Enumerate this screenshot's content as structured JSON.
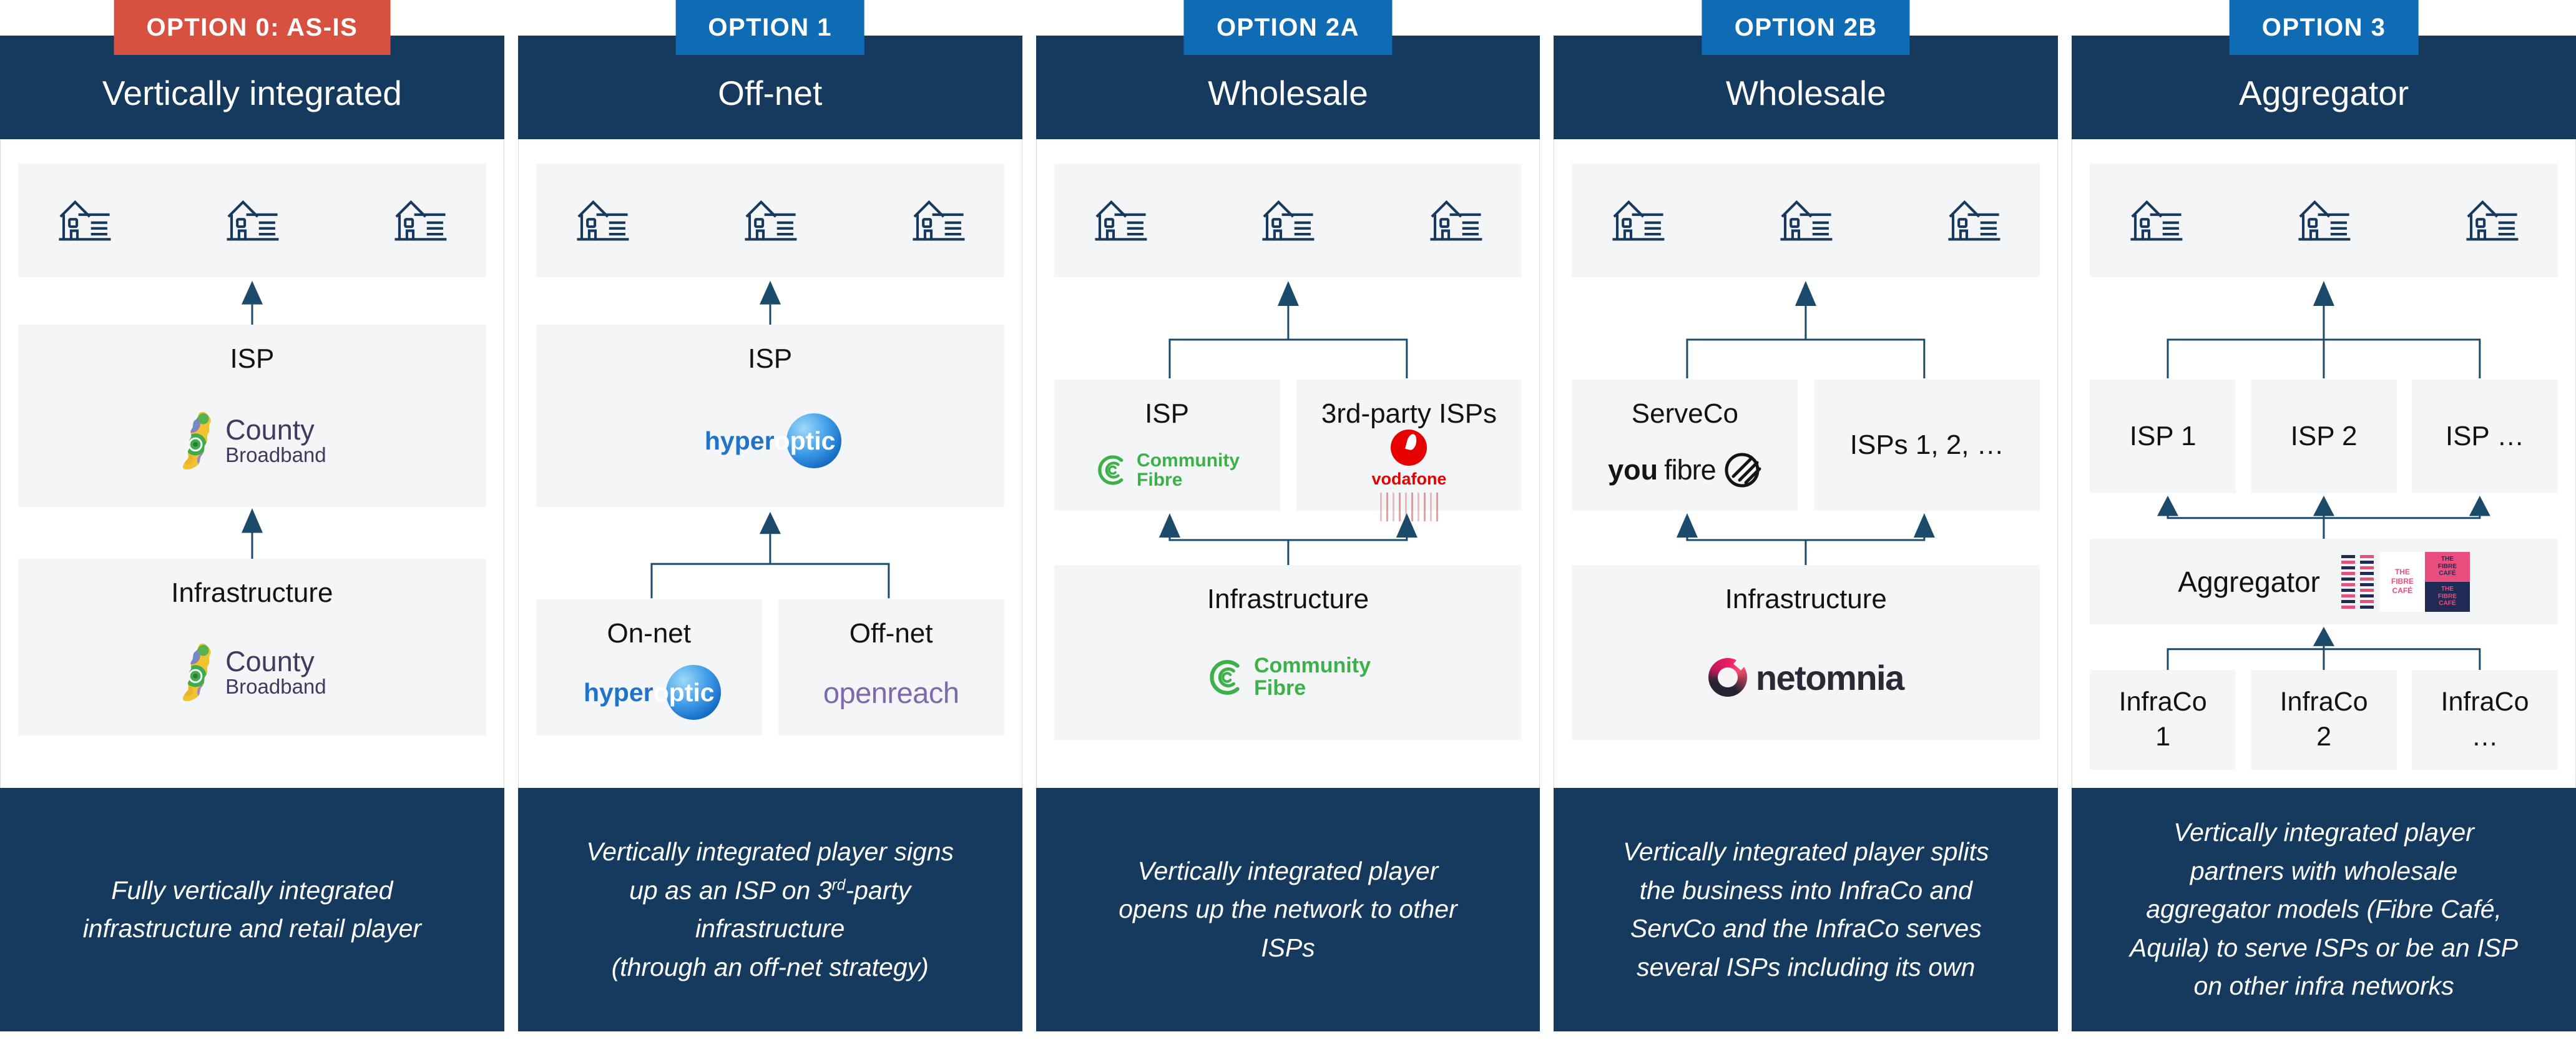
{
  "colors": {
    "navy": "#16395E",
    "badge_orange": "#D8503F",
    "badge_blue": "#0F6CB4",
    "box_gray": "#F4F5F6",
    "arrow": "#1C4A6B"
  },
  "columns": [
    {
      "badge": "OPTION 0: AS-IS",
      "title": "Vertically integrated",
      "isp_label": "ISP",
      "infra_label": "Infrastructure",
      "county_logo": {
        "line1": "County",
        "line2": "Broadband"
      },
      "description": "Fully vertically integrated\ninfrastructure and retail player"
    },
    {
      "badge": "OPTION 1",
      "title": "Off-net",
      "isp_label": "ISP",
      "on_net_label": "On-net",
      "off_net_label": "Off-net",
      "hyperoptic_logo": {
        "part1": "hyper",
        "part2": "optic"
      },
      "openreach_logo": "openreach",
      "description_pre": "Vertically integrated player signs\nup as an ISP on 3",
      "description_sup": "rd",
      "description_post": "-party\ninfrastructure\n(through an off-net strategy)"
    },
    {
      "badge": "OPTION 2A",
      "title": "Wholesale",
      "isp_label": "ISP",
      "third_party_label": "3rd-party ISPs",
      "infra_label": "Infrastructure",
      "community_fibre_logo": {
        "line1": "Community",
        "line2": "Fibre"
      },
      "vodafone_logo": "vodafone",
      "description": "Vertically integrated player\nopens up the network to other\nISPs"
    },
    {
      "badge": "OPTION 2B",
      "title": "Wholesale",
      "serveco_label": "ServeCo",
      "isps_label": "ISPs 1, 2, …",
      "infra_label": "Infrastructure",
      "youfibre_logo": {
        "part1": "you",
        "part2": "fibre"
      },
      "netomnia_logo": "netomnia",
      "description": "Vertically integrated player splits\nthe business into InfraCo and\nServCo and the InfraCo serves\nseveral ISPs including its own"
    },
    {
      "badge": "OPTION 3",
      "title": "Aggregator",
      "isp1_label": "ISP 1",
      "isp2_label": "ISP 2",
      "isp3_label": "ISP …",
      "aggregator_label": "Aggregator",
      "fibre_cafe_logo": {
        "text": "THE\nFIBRE\nCAFÉ"
      },
      "infraco1_label": "InfraCo\n1",
      "infraco2_label": "InfraCo\n2",
      "infraco3_label": "InfraCo\n…",
      "description": "Vertically integrated player\npartners with wholesale\naggregator models (Fibre Café,\nAquila) to serve ISPs or be an ISP\non other infra networks"
    }
  ]
}
